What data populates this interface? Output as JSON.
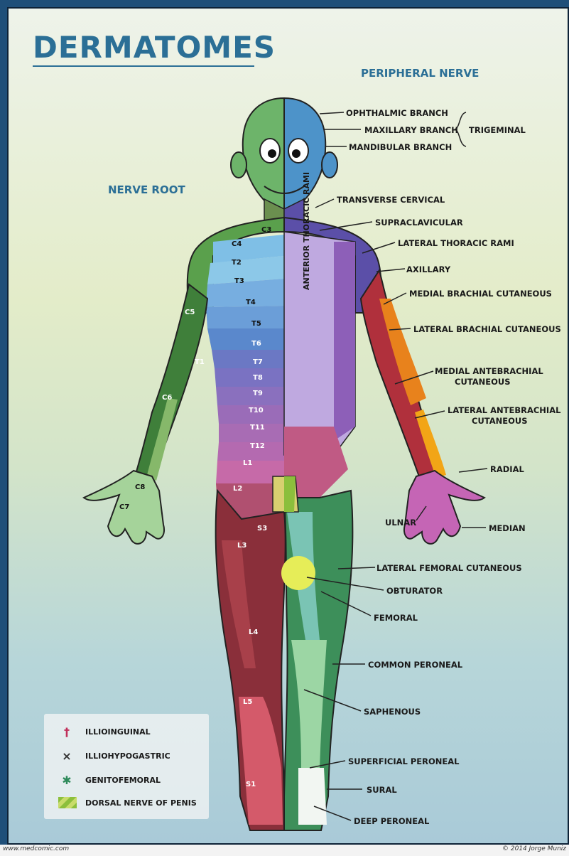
{
  "title": "DERMATOMES",
  "headers": {
    "peripheral": "PERIPHERAL NERVE",
    "root": "NERVE ROOT"
  },
  "peripheral_labels": [
    "OPHTHALMIC BRANCH",
    "MAXILLARY BRANCH",
    "MANDIBULAR BRANCH",
    "TRANSVERSE CERVICAL",
    "SUPRACLAVICULAR",
    "LATERAL THORACIC RAMI",
    "AXILLARY",
    "MEDIAL BRACHIAL CUTANEOUS",
    "LATERAL BRACHIAL CUTANEOUS",
    "MEDIAL ANTEBRACHIAL",
    "CUTANEOUS",
    "LATERAL ANTEBRACHIAL",
    "CUTANEOUS",
    "RADIAL",
    "ULNAR",
    "MEDIAN",
    "LATERAL FEMORAL CUTANEOUS",
    "OBTURATOR",
    "FEMORAL",
    "COMMON PERONEAL",
    "SAPHENOUS",
    "SUPERFICIAL PERONEAL",
    "SURAL",
    "DEEP PERONEAL"
  ],
  "trigeminal": "TRIGEMINAL",
  "anterior_rami": "ANTERIOR THORACIC RAMI",
  "roots": [
    "C3",
    "C4",
    "T2",
    "T3",
    "T4",
    "T5",
    "T6",
    "T7",
    "T8",
    "T9",
    "T10",
    "T11",
    "T12",
    "L1",
    "L2",
    "S3",
    "L3",
    "L4",
    "L5",
    "S1",
    "C5",
    "T1",
    "C6",
    "C8",
    "C7"
  ],
  "legend": [
    {
      "symbol": "†",
      "label": "ILLIOINGUINAL",
      "color": "#c0305a"
    },
    {
      "symbol": "×",
      "label": "ILLIOHYPOGASTRIC",
      "color": "#333333"
    },
    {
      "symbol": "✱",
      "label": "GENITOFEMORAL",
      "color": "#2e8a5a"
    },
    {
      "symbol": "",
      "label": "DORSAL NERVE OF PENIS",
      "color": "#8cbf3c"
    }
  ],
  "footer": {
    "left": "www.medcomic.com",
    "right": "© 2014 Jorge Muniz"
  },
  "colors": {
    "accent": "#2b6f96",
    "frame": "#1f4f79"
  }
}
